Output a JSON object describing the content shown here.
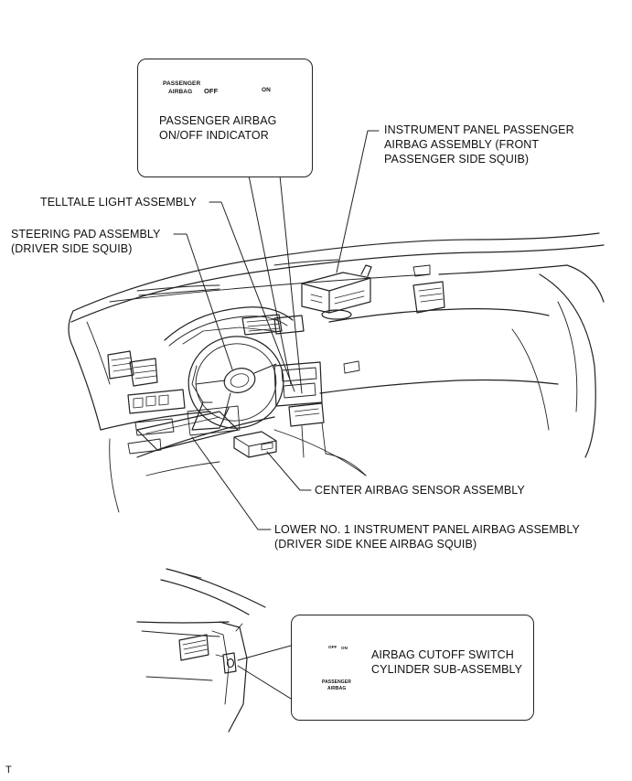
{
  "labels": {
    "passenger_indicator": [
      "PASSENGER AIRBAG",
      "ON/OFF INDICATOR"
    ],
    "instrument_panel_passenger": [
      "INSTRUMENT PANEL PASSENGER",
      "AIRBAG ASSEMBLY (FRONT",
      "PASSENGER SIDE SQUIB)"
    ],
    "telltale": "TELLTALE LIGHT ASSEMBLY",
    "steering_pad": [
      "STEERING PAD ASSEMBLY",
      "(DRIVER SIDE SQUIB)"
    ],
    "center_sensor": "CENTER AIRBAG SENSOR ASSEMBLY",
    "lower_knee": [
      "LOWER NO. 1 INSTRUMENT PANEL AIRBAG ASSEMBLY",
      "(DRIVER SIDE KNEE AIRBAG SQUIB)"
    ],
    "cutoff_switch": [
      "AIRBAG CUTOFF SWITCH",
      "CYLINDER SUB-ASSEMBLY"
    ]
  },
  "indicator_badge": {
    "line1": "PASSENGER",
    "line2": "AIRBAG",
    "off": "OFF",
    "on": "ON"
  },
  "switch_badge": {
    "off": "OFF",
    "on": "ON",
    "line1": "PASSENGER",
    "line2": "AIRBAG"
  },
  "corner_mark": "T"
}
